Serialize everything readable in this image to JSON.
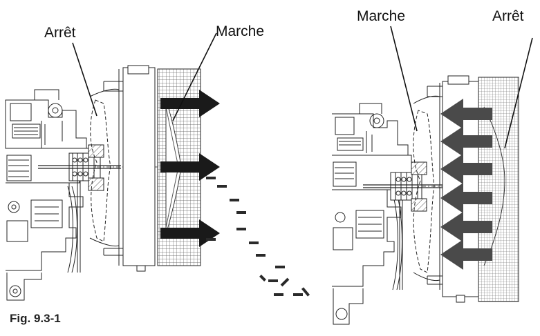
{
  "labels": {
    "left_stop": "Arrêt",
    "left_run": "Marche",
    "right_run": "Marche",
    "right_stop": "Arrêt"
  },
  "caption": "Fig. 9.3-1",
  "colors": {
    "line": "#222222",
    "arrow_dark": "#1a1a1a",
    "arrow_gray": "#4a4a4a",
    "dash": "#333333"
  },
  "icons": {
    "left_arrow_shape": "arrow-right",
    "right_arrow_shape": "arrow-left"
  }
}
